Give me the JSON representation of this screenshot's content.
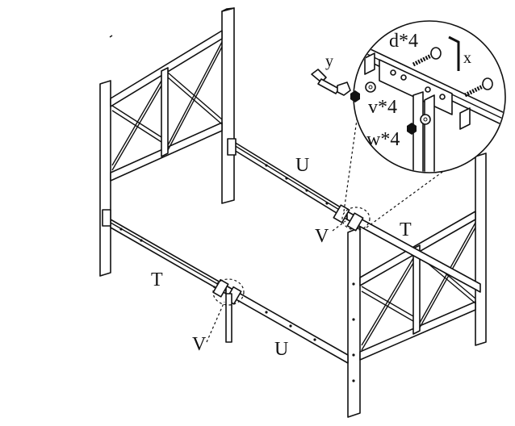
{
  "labels": {
    "U_top": "U",
    "U_bottom": "U",
    "T_left": "T",
    "T_right": "T",
    "V_upper": "V",
    "V_lower": "V",
    "wrench": "y",
    "allen_key": "x",
    "bolt": "d*4",
    "washer": "v*4",
    "nut": "w*4"
  }
}
